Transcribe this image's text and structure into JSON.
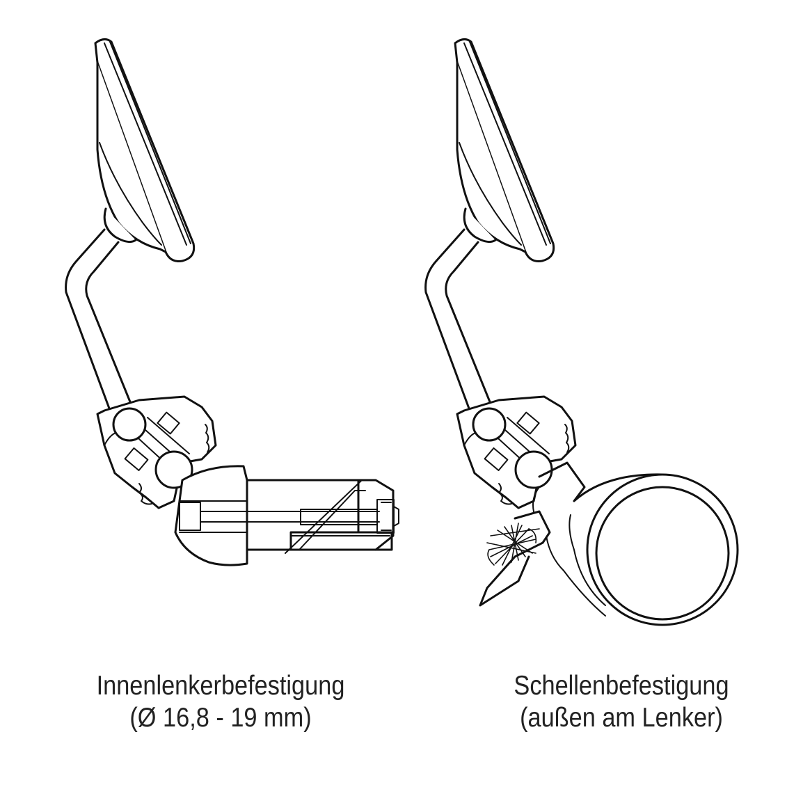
{
  "left_figure": {
    "title": "Innenlenkerbefestigung",
    "subtitle": "(Ø 16,8 - 19 mm)"
  },
  "right_figure": {
    "title": "Schellenbefestigung",
    "subtitle": "(außen am Lenker)"
  },
  "colors": {
    "line": "#111111",
    "background": "#ffffff",
    "text": "#222222"
  }
}
